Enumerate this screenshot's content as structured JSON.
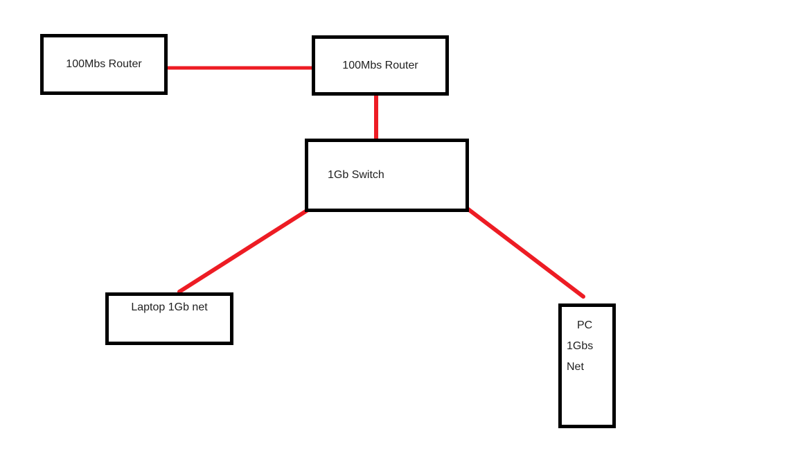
{
  "diagram": {
    "nodes": {
      "router_left": {
        "label": "100Mbs Router"
      },
      "router_main": {
        "label": "100Mbs Router"
      },
      "switch": {
        "label": "1Gb Switch"
      },
      "laptop": {
        "label": "Laptop 1Gb net"
      },
      "pc": {
        "lines": [
          "PC",
          "1Gbs",
          "Net"
        ]
      }
    },
    "links": [
      {
        "from": "router_left",
        "to": "router_main"
      },
      {
        "from": "router_main",
        "to": "switch"
      },
      {
        "from": "switch",
        "to": "laptop"
      },
      {
        "from": "switch",
        "to": "pc"
      }
    ],
    "colors": {
      "link": "#ed1c24",
      "border": "#000000",
      "canvas": "#ffffff"
    }
  }
}
